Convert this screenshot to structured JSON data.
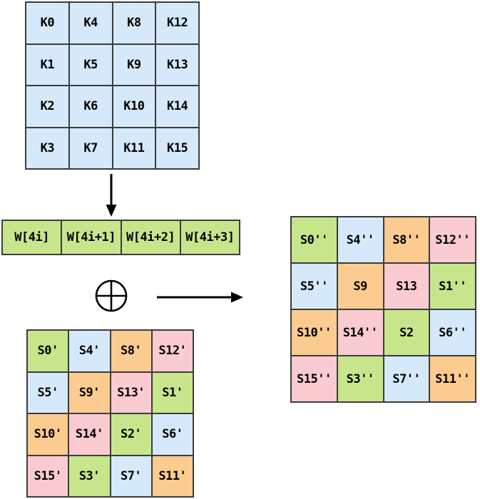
{
  "palette": {
    "blue": "#D6E9FB",
    "green": "#C7E68C",
    "orange": "#FCCB8F",
    "pink": "#FBCBD2",
    "grid_line": "#3C3C3C",
    "arrow": "#000000"
  },
  "key_matrix": {
    "color": "blue",
    "labels": [
      [
        "K0",
        "K4",
        "K8",
        "K12"
      ],
      [
        "K1",
        "K5",
        "K9",
        "K13"
      ],
      [
        "K2",
        "K6",
        "K10",
        "K14"
      ],
      [
        "K3",
        "K7",
        "K11",
        "K15"
      ]
    ]
  },
  "word_row": {
    "color": "green",
    "labels": [
      [
        "W[4i]",
        "W[4i+1]",
        "W[4i+2]",
        "W[4i+3]"
      ]
    ]
  },
  "state_prime_matrix": {
    "labels": [
      [
        "S0'",
        "S4'",
        "S8'",
        "S12'"
      ],
      [
        "S5'",
        "S9'",
        "S13'",
        "S1'"
      ],
      [
        "S10'",
        "S14'",
        "S2'",
        "S6'"
      ],
      [
        "S15'",
        "S3'",
        "S7'",
        "S11'"
      ]
    ],
    "cell_colors": [
      [
        "green",
        "blue",
        "orange",
        "pink"
      ],
      [
        "blue",
        "orange",
        "pink",
        "green"
      ],
      [
        "orange",
        "pink",
        "green",
        "blue"
      ],
      [
        "pink",
        "green",
        "blue",
        "orange"
      ]
    ]
  },
  "state_double_prime_matrix": {
    "labels": [
      [
        "S0''",
        "S4''",
        "S8''",
        "S12''"
      ],
      [
        "S5''",
        "S9",
        "S13",
        "S1''"
      ],
      [
        "S10''",
        "S14''",
        "S2",
        "S6''"
      ],
      [
        "S15''",
        "S3''",
        "S7''",
        "S11''"
      ]
    ],
    "cell_colors": [
      [
        "green",
        "blue",
        "orange",
        "pink"
      ],
      [
        "blue",
        "orange",
        "pink",
        "green"
      ],
      [
        "orange",
        "pink",
        "green",
        "blue"
      ],
      [
        "pink",
        "green",
        "blue",
        "orange"
      ]
    ]
  }
}
